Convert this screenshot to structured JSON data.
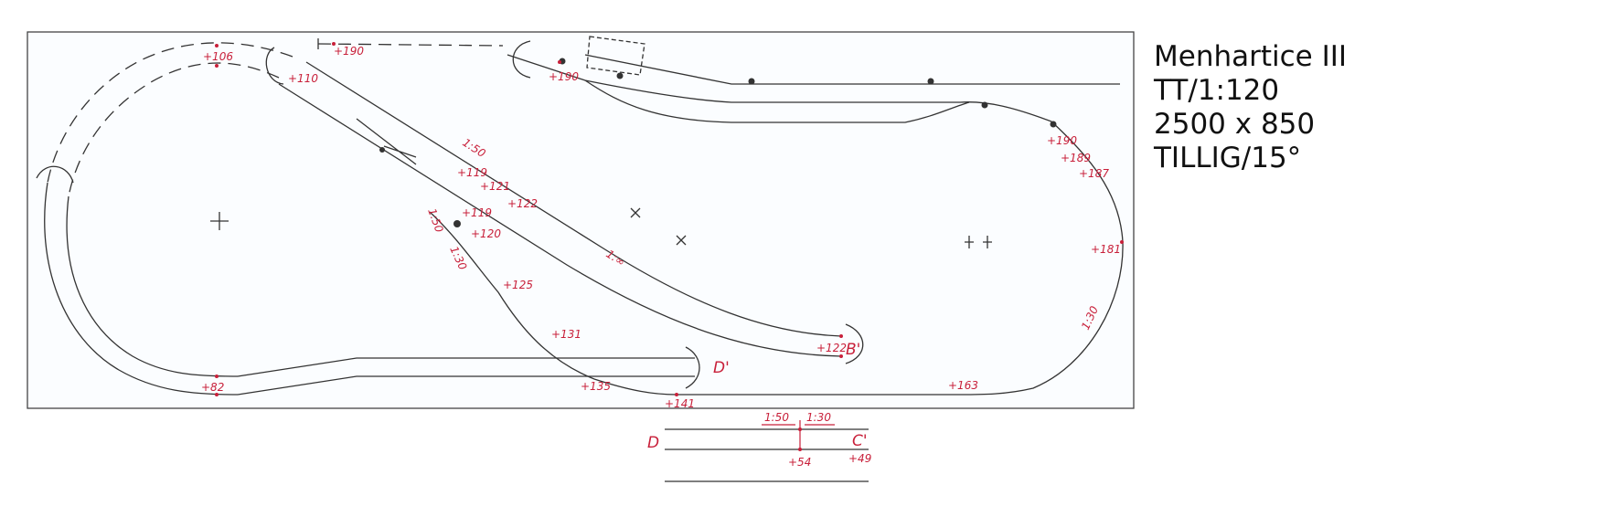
{
  "title_block": {
    "name": "Menhartice III",
    "scale": "TT/1:120",
    "dimensions": "2500 x 850",
    "system": "TILLIG/15°"
  },
  "elevations": {
    "e106": "+106",
    "e190a": "+190",
    "e110": "+110",
    "e190b": "+190",
    "e119a": "+119",
    "e121": "+121",
    "e122a": "+122",
    "e119b": "+119",
    "e120": "+120",
    "e125": "+125",
    "e131": "+131",
    "e135": "+135",
    "e141": "+141",
    "e82": "+82",
    "e122b": "+122",
    "e190c": "+190",
    "e189": "+189",
    "e187": "+187",
    "e181": "+181",
    "e163": "+163",
    "e54": "+54",
    "e49": "+49"
  },
  "gradients": {
    "g1": "1:50",
    "g2": "1:50",
    "g3": "1:30",
    "g4": "1:∞",
    "g5": "1:30",
    "g6": "1:50",
    "g7": "1:30"
  },
  "connectors": {
    "b": "B'",
    "d_prime": "D'",
    "d": "D",
    "c": "C'"
  },
  "colors": {
    "annotation": "#c8203a",
    "track": "#333333"
  }
}
